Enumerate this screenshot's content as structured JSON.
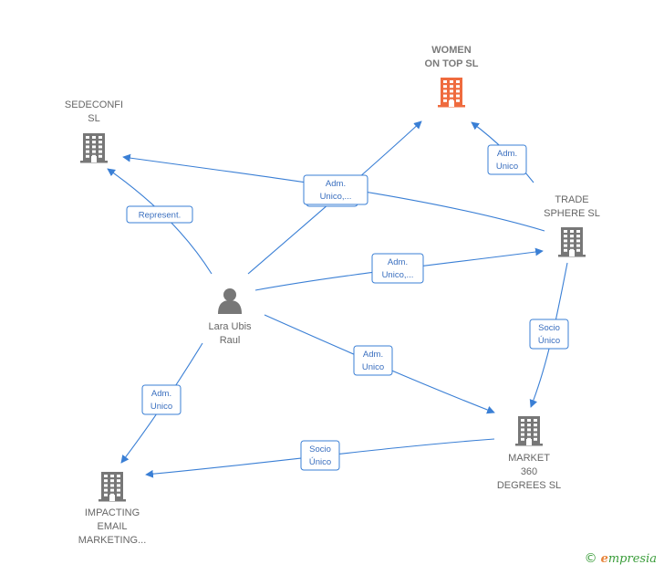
{
  "colors": {
    "edge": "#3a7fd5",
    "building": "#777777",
    "highlight": "#ef6b3e",
    "person": "#777777"
  },
  "nodes": [
    {
      "id": "sedeconfi",
      "icon": "building-icon",
      "lines": [
        "SEDECONFI",
        "SL"
      ],
      "highlight": false
    },
    {
      "id": "women",
      "icon": "building-icon",
      "lines": [
        "WOMEN",
        "ON TOP  SL"
      ],
      "highlight": true
    },
    {
      "id": "trade",
      "icon": "building-icon",
      "lines": [
        "TRADE",
        "SPHERE SL"
      ],
      "highlight": false
    },
    {
      "id": "lara",
      "icon": "person-icon",
      "lines": [
        "Lara Ubis",
        "Raul"
      ],
      "highlight": false
    },
    {
      "id": "market",
      "icon": "building-icon",
      "lines": [
        "MARKET",
        "360",
        "DEGREES SL"
      ],
      "highlight": false
    },
    {
      "id": "impacting",
      "icon": "building-icon",
      "lines": [
        "IMPACTING",
        "EMAIL",
        "MARKETING..."
      ],
      "highlight": false
    }
  ],
  "edges": [
    {
      "from": "lara",
      "to": "sedeconfi",
      "label": [
        "Represent."
      ]
    },
    {
      "from": "lara",
      "to": "women",
      "label": [
        "Adm.",
        "Unico,..."
      ]
    },
    {
      "from": "trade",
      "to": "sedeconfi",
      "label": [
        "Adm.",
        "Unico,..."
      ]
    },
    {
      "from": "trade",
      "to": "women",
      "label": [
        "Adm.",
        "Unico"
      ]
    },
    {
      "from": "lara",
      "to": "trade",
      "label": [
        "Adm.",
        "Unico,..."
      ]
    },
    {
      "from": "lara",
      "to": "market",
      "label": [
        "Adm.",
        "Unico"
      ]
    },
    {
      "from": "trade",
      "to": "market",
      "label": [
        "Socio",
        "Único"
      ]
    },
    {
      "from": "lara",
      "to": "impacting",
      "label": [
        "Adm.",
        "Unico"
      ]
    },
    {
      "from": "market",
      "to": "impacting",
      "label": [
        "Socio",
        "Único"
      ]
    }
  ],
  "footer": {
    "copyright": "©",
    "brand_initial": "e",
    "brand_rest": "mpresia"
  }
}
